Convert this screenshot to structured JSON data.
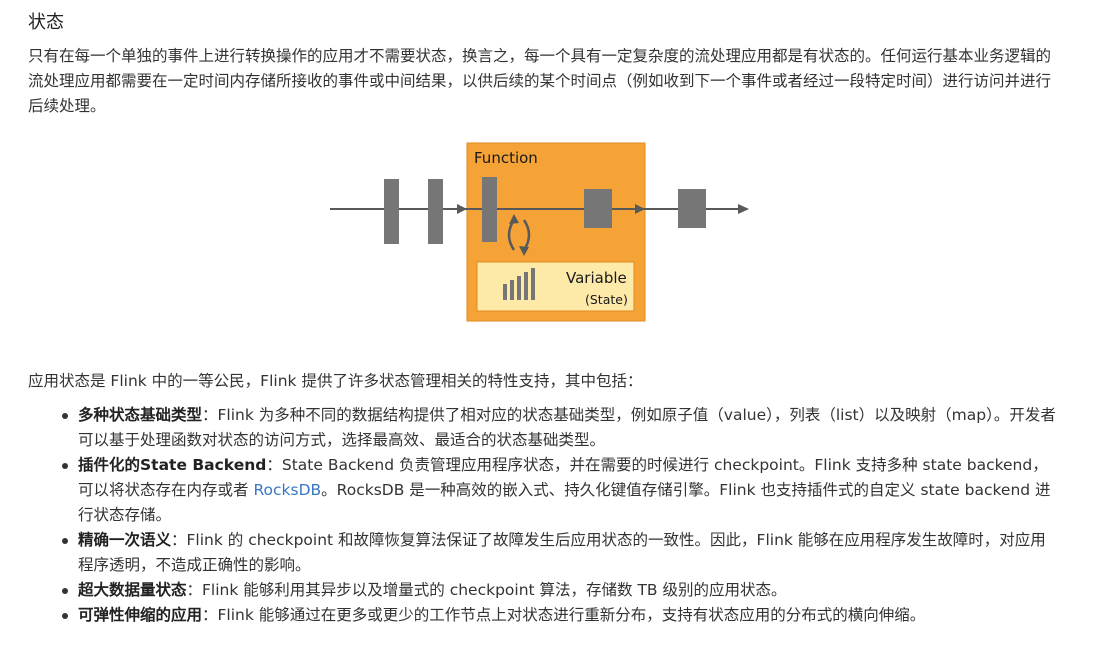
{
  "heading": "状态",
  "intro": "只有在每一个单独的事件上进行转换操作的应用才不需要状态，换言之，每一个具有一定复杂度的流处理应用都是有状态的。任何运行基本业务逻辑的流处理应用都需要在一定时间内存储所接收的事件或中间结果，以供后续的某个时间点（例如收到下一个事件或者经过一段特定时间）进行访问并进行后续处理。",
  "figure": {
    "function_label": "Function",
    "variable_label": "Variable",
    "state_label": "(State)",
    "colors": {
      "function_fill": "#f5a236",
      "function_stroke": "#e08a1e",
      "variable_fill": "#fde9a8",
      "event": "#767676",
      "arrow": "#595959"
    }
  },
  "lead": "应用状态是 Flink 中的一等公民，Flink 提供了许多状态管理相关的特性支持，其中包括：",
  "features": [
    {
      "title": "多种状态基础类型",
      "text": "：Flink 为多种不同的数据结构提供了相对应的状态基础类型，例如原子值（value），列表（list）以及映射（map）。开发者可以基于处理函数对状态的访问方式，选择最高效、最适合的状态基础类型。"
    },
    {
      "title": "插件化的State Backend",
      "text": "：State Backend 负责管理应用程序状态，并在需要的时候进行 checkpoint。Flink 支持多种 state backend，可以将状态存在内存或者 ",
      "link": "RocksDB",
      "text_after": "。RocksDB 是一种高效的嵌入式、持久化键值存储引擎。Flink 也支持插件式的自定义 state backend 进行状态存储。"
    },
    {
      "title": "精确一次语义",
      "text": "：Flink 的 checkpoint 和故障恢复算法保证了故障发生后应用状态的一致性。因此，Flink 能够在应用程序发生故障时，对应用程序透明，不造成正确性的影响。"
    },
    {
      "title": "超大数据量状态",
      "text": "：Flink 能够利用其异步以及增量式的 checkpoint 算法，存储数 TB 级别的应用状态。"
    },
    {
      "title": "可弹性伸缩的应用",
      "text": "：Flink 能够通过在更多或更少的工作节点上对状态进行重新分布，支持有状态应用的分布式的横向伸缩。"
    }
  ]
}
